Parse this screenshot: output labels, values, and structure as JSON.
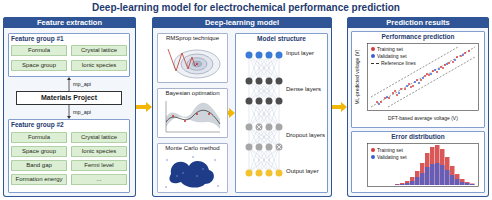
{
  "diagram": {
    "title": "Deep-learning model for electrochemical performance prediction",
    "nodes": [
      {
        "text": [
          "Feature extraction"
        ]
      },
      {
        "text": [
          "Feature group #1"
        ],
        "in": 0
      },
      {
        "text": [
          "Formula"
        ],
        "in": 1
      },
      {
        "text": [
          "Crystal lattice"
        ],
        "in": 1
      },
      {
        "text": [
          "Space group"
        ],
        "in": 1
      },
      {
        "text": [
          "Ionic species"
        ],
        "in": 1
      },
      {
        "text": [
          "Materials Project"
        ],
        "in": 0
      },
      {
        "text": [
          "Feature group #2"
        ],
        "in": 0
      },
      {
        "text": [
          "Formula"
        ],
        "in": 7
      },
      {
        "text": [
          "Crystal lattice"
        ],
        "in": 7
      },
      {
        "text": [
          "Space group"
        ],
        "in": 7
      },
      {
        "text": [
          "Ionic species"
        ],
        "in": 7
      },
      {
        "text": [
          "Band gap"
        ],
        "in": 7
      },
      {
        "text": [
          "Fermi level"
        ],
        "in": 7
      },
      {
        "text": [
          "Formation energy"
        ],
        "in": 7
      },
      {
        "text": [
          "..."
        ],
        "in": 7
      },
      {
        "text": [
          "Deep-learning model"
        ]
      },
      {
        "text": [
          "RMSprop technique"
        ],
        "in": 16
      },
      {
        "text": [
          "Bayesian optimation"
        ],
        "in": 16
      },
      {
        "text": [
          "Monte Carlo method"
        ],
        "in": 16
      },
      {
        "text": [
          "Model structure"
        ],
        "in": 16
      },
      {
        "text": [
          "Prediction results"
        ]
      },
      {
        "text": [
          "Performance prediction"
        ],
        "in": 21
      },
      {
        "text": [
          "Error distribution"
        ],
        "in": 21
      }
    ],
    "edges": [
      {
        "from": 6,
        "to": 1,
        "arrow": "to",
        "label": "mp_api"
      },
      {
        "from": 6,
        "to": 7,
        "arrow": "to",
        "label": "mp_api"
      },
      {
        "from": 0,
        "to": 16,
        "arrow": "to"
      },
      {
        "from": 18,
        "to": 20,
        "arrow": "to"
      },
      {
        "from": 16,
        "to": 21,
        "arrow": "to"
      }
    ],
    "labels": [
      "Input layer",
      "Dense layers",
      "Dropout layers",
      "Output layer",
      "ML-predicted voltage (V)",
      "DFT-based average voltage (V)"
    ],
    "legend": [
      {
        "text": "Training set",
        "color": "#d43a3a"
      },
      {
        "text": "Validating set",
        "color": "#3d5fd6"
      },
      {
        "text": "Reference lines"
      },
      {
        "text": "Training set",
        "color": "#d43a3a"
      },
      {
        "text": "Validating set",
        "color": "#3d5fd6"
      }
    ]
  }
}
